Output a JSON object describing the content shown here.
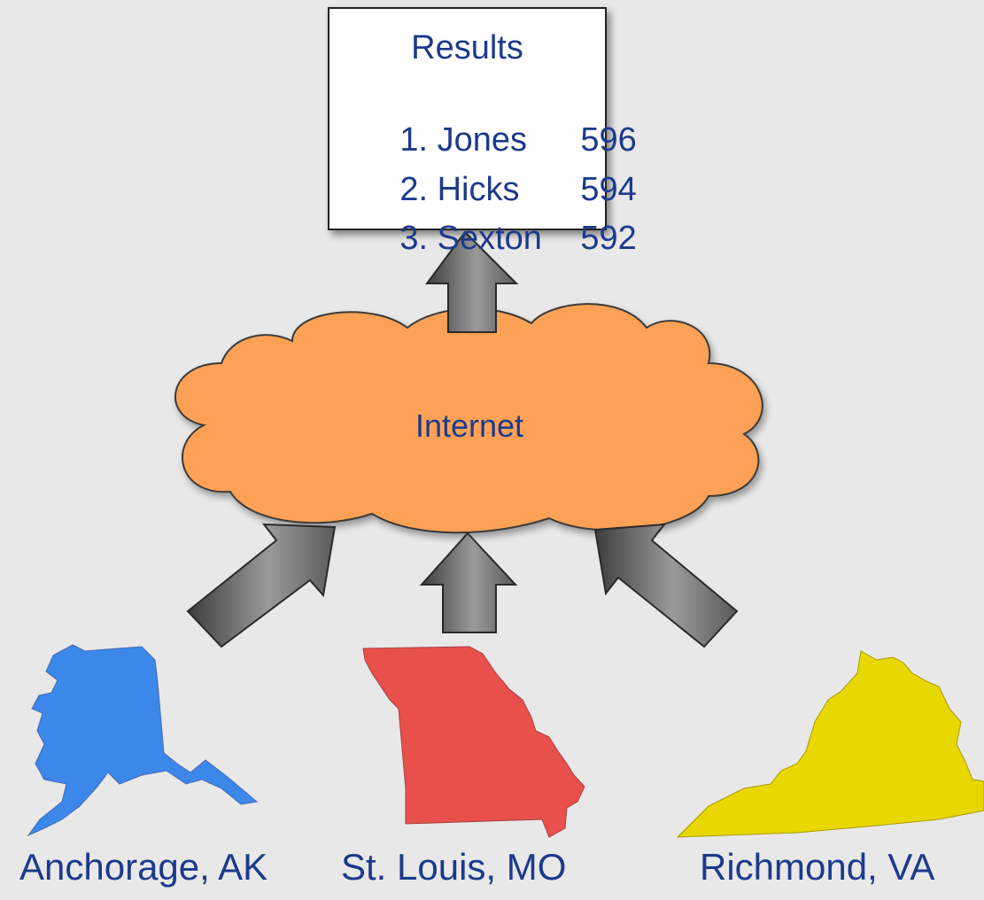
{
  "results": {
    "title": "Results",
    "rows": [
      {
        "name": "1. Jones",
        "score": "596"
      },
      {
        "name": "2. Hicks",
        "score": "594"
      },
      {
        "name": "3. Sexton",
        "score": "592"
      }
    ]
  },
  "cloud": {
    "label": "Internet",
    "color": "#fca155"
  },
  "places": [
    {
      "label": "Anchorage, AK",
      "color": "#3b87ea"
    },
    {
      "label": "St. Louis, MO",
      "color": "#e8504b"
    },
    {
      "label": "Richmond, VA",
      "color": "#e8d800"
    }
  ],
  "colors": {
    "text": "#1c3a8c",
    "arrow": "#6e6e6e",
    "background": "#e8e8e8"
  }
}
